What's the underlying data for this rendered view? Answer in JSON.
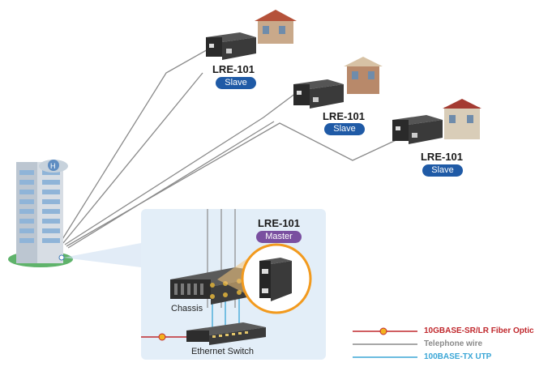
{
  "slaves": [
    {
      "model": "LRE-101",
      "role": "Slave"
    },
    {
      "model": "LRE-101",
      "role": "Slave"
    },
    {
      "model": "LRE-101",
      "role": "Slave"
    }
  ],
  "master": {
    "model": "LRE-101",
    "role": "Master"
  },
  "chassis_label": "Chassis",
  "switch_label": "Ethernet Switch",
  "legend": [
    {
      "label": "10GBASE-SR/LR Fiber Optic",
      "color": "#c0282d"
    },
    {
      "label": "Telephone wire",
      "color": "#8a8a8a"
    },
    {
      "label": "100BASE-TX UTP",
      "color": "#3aa6d6"
    }
  ],
  "colors": {
    "slave_badge": "#1f5aa6",
    "master_badge": "#7a4fa0",
    "panel": "#e3eef8",
    "highlight": "#f29a1e"
  }
}
